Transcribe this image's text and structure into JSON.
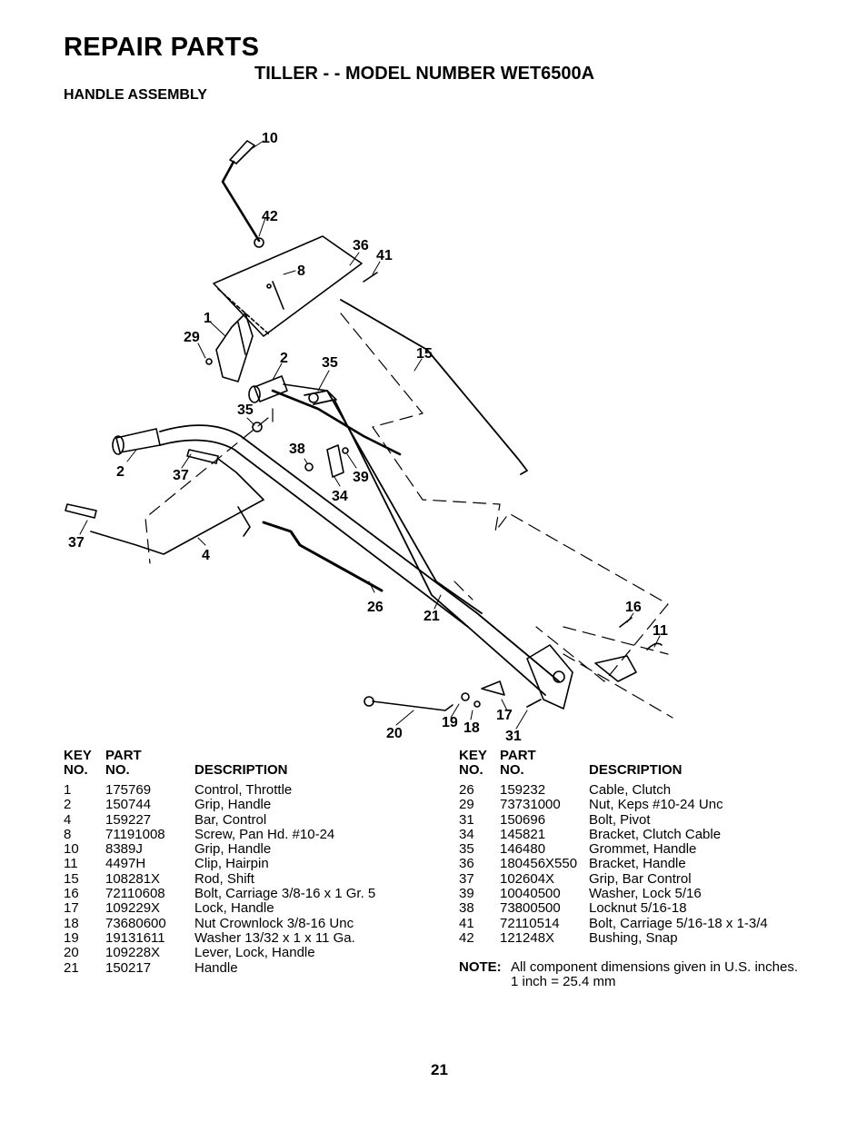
{
  "header": {
    "title": "REPAIR PARTS",
    "subtitle": "TILLER - - MODEL NUMBER WET6500A",
    "section": "HANDLE ASSEMBLY"
  },
  "callouts": [
    "10",
    "42",
    "36",
    "41",
    "8",
    "1",
    "29",
    "2",
    "35",
    "15",
    "35",
    "38",
    "2",
    "37",
    "39",
    "34",
    "37",
    "4",
    "26",
    "21",
    "16",
    "11",
    "20",
    "19",
    "18",
    "17",
    "31"
  ],
  "table_left": {
    "headers": {
      "key_top": "KEY",
      "part_top": "PART",
      "key": "NO.",
      "part": "NO.",
      "desc": "DESCRIPTION"
    },
    "rows": [
      {
        "key": "1",
        "part": "175769",
        "desc": "Control, Throttle"
      },
      {
        "key": "2",
        "part": "150744",
        "desc": "Grip, Handle"
      },
      {
        "key": "4",
        "part": "159227",
        "desc": "Bar, Control"
      },
      {
        "key": "8",
        "part": "71191008",
        "desc": "Screw, Pan Hd. #10-24"
      },
      {
        "key": "10",
        "part": "8389J",
        "desc": "Grip, Handle"
      },
      {
        "key": "11",
        "part": "4497H",
        "desc": "Clip, Hairpin"
      },
      {
        "key": "15",
        "part": "108281X",
        "desc": "Rod, Shift"
      },
      {
        "key": "16",
        "part": "72110608",
        "desc": "Bolt, Carriage  3/8-16 x 1 Gr. 5"
      },
      {
        "key": "17",
        "part": "109229X",
        "desc": "Lock, Handle"
      },
      {
        "key": "18",
        "part": "73680600",
        "desc": "Nut Crownlock 3/8-16 Unc"
      },
      {
        "key": "19",
        "part": "19131611",
        "desc": "Washer  13/32 x 1 x 11 Ga."
      },
      {
        "key": "20",
        "part": "109228X",
        "desc": "Lever, Lock, Handle"
      },
      {
        "key": "21",
        "part": "150217",
        "desc": "Handle"
      }
    ]
  },
  "table_right": {
    "headers": {
      "key_top": "KEY",
      "part_top": "PART",
      "key": "NO.",
      "part": "NO.",
      "desc": "DESCRIPTION"
    },
    "rows": [
      {
        "key": "26",
        "part": "159232",
        "desc": "Cable, Clutch"
      },
      {
        "key": "29",
        "part": "73731000",
        "desc": "Nut, Keps  #10-24 Unc"
      },
      {
        "key": "31",
        "part": "150696",
        "desc": "Bolt, Pivot"
      },
      {
        "key": "34",
        "part": "145821",
        "desc": "Bracket, Clutch Cable"
      },
      {
        "key": "35",
        "part": "146480",
        "desc": "Grommet, Handle"
      },
      {
        "key": "36",
        "part": "180456X550",
        "desc": "Bracket, Handle"
      },
      {
        "key": "37",
        "part": "102604X",
        "desc": "Grip, Bar Control"
      },
      {
        "key": "39",
        "part": "10040500",
        "desc": "Washer, Lock  5/16"
      },
      {
        "key": "38",
        "part": "73800500",
        "desc": "Locknut  5/16-18"
      },
      {
        "key": "41",
        "part": "72110514",
        "desc": "Bolt, Carriage  5/16-18 x 1-3/4"
      },
      {
        "key": "42",
        "part": "121248X",
        "desc": "Bushing, Snap"
      }
    ]
  },
  "note": {
    "label": "NOTE:",
    "line1": "All component dimensions given in U.S. inches.",
    "line2": "1 inch = 25.4 mm"
  },
  "page_number": "21"
}
